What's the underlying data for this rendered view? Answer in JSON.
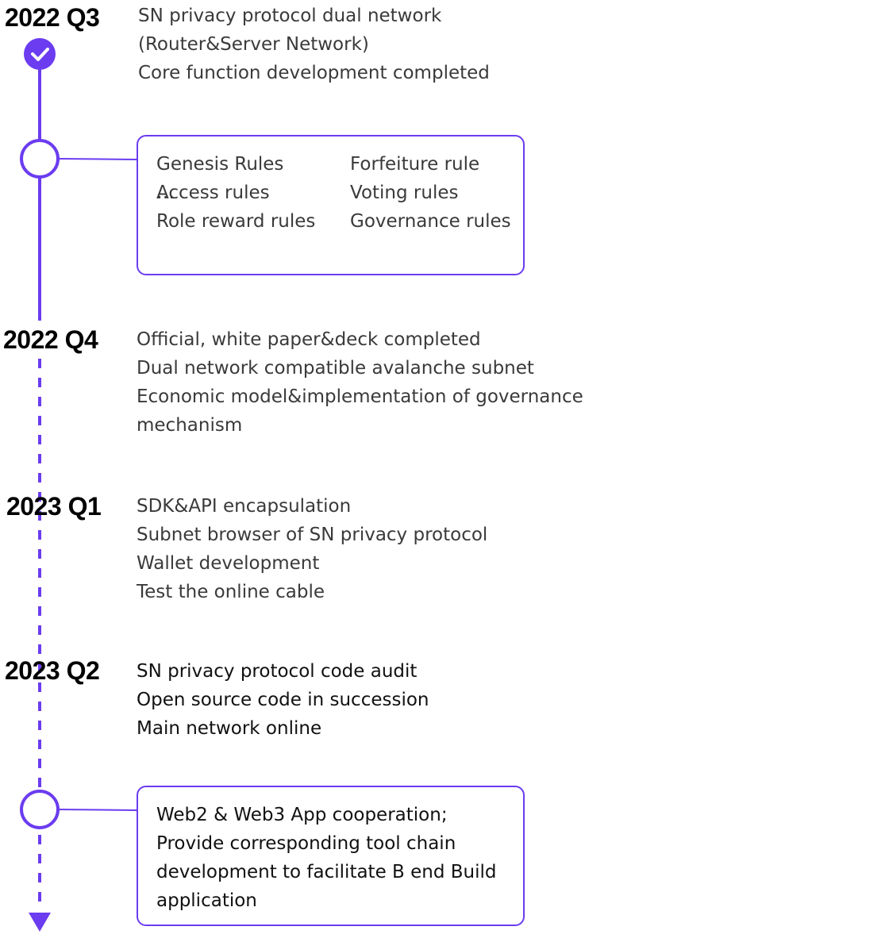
{
  "accent": "#6b3cf0",
  "milestones": [
    {
      "quarter": "2022 Q3",
      "items": [
        "SN privacy protocol dual network",
        "(Router&Server Network)",
        "Core function development completed"
      ]
    },
    {
      "quarter": "2022 Q4",
      "items": [
        "Official, white paper&deck completed",
        "Dual network compatible avalanche subnet",
        "Economic model&implementation of governance",
        "mechanism"
      ]
    },
    {
      "quarter": "2023 Q1",
      "items": [
        "SDK&API encapsulation",
        "Subnet browser of SN privacy protocol",
        "Wallet development",
        "Test the online cable"
      ]
    },
    {
      "quarter": "2023 Q2",
      "items": [
        "SN privacy protocol code audit",
        "Open source code in succession",
        "Main network online"
      ]
    }
  ],
  "rules_box": {
    "items": [
      "Genesis Rules",
      "Forfeiture rule",
      "Access rules",
      "Voting rules",
      "Role reward rules",
      "Governance rules"
    ],
    "ellipsis": "…"
  },
  "cooperation_box": {
    "lines": [
      "Web2 & Web3 App cooperation;",
      "Provide corresponding tool chain",
      "development to facilitate B end Build",
      "application"
    ]
  }
}
